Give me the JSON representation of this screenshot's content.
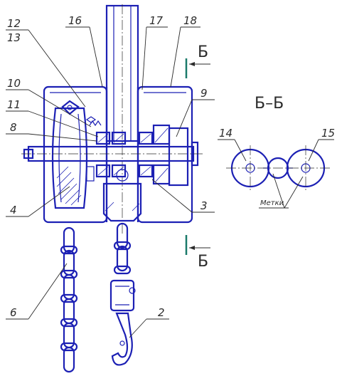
{
  "labels": {
    "p2": "2",
    "p3": "3",
    "p4": "4",
    "p6": "6",
    "p8": "8",
    "p9": "9",
    "p10": "10",
    "p11": "11",
    "p12": "12",
    "p13": "13",
    "p14": "14",
    "p15": "15",
    "p16": "16",
    "p17": "17",
    "p18": "18"
  },
  "section": {
    "title": "Б–Б",
    "mark_top": "Б",
    "mark_bottom": "Б",
    "marks_label": "Метки"
  },
  "colors": {
    "outline": "#1c20b4",
    "leader": "#2b2b2b",
    "section_mark": "#1a7a6a"
  }
}
